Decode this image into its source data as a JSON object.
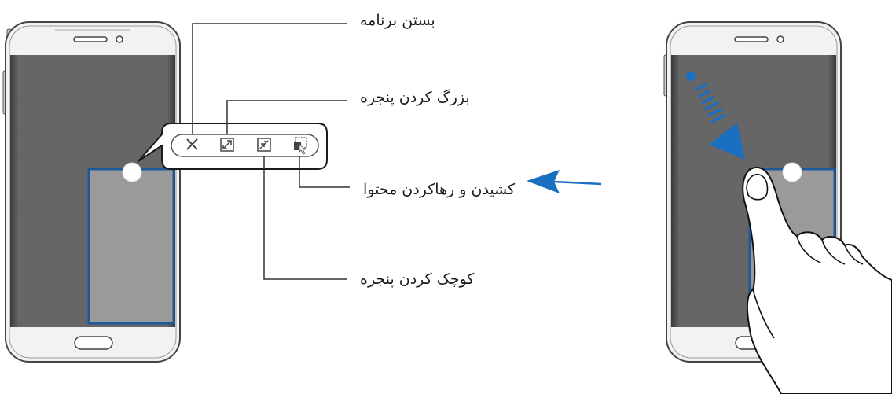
{
  "labels": {
    "close_app": "بستن برنامه",
    "maximize_window": "بزرگ کردن پنجره",
    "drag_drop_content": "کشیدن و رهاکردن محتوا",
    "minimize_window": "کوچک کردن پنجره"
  },
  "colors": {
    "screen_dark": "#666666",
    "screen_edge": "#3a3a3a",
    "window_fill": "#9a9a9a",
    "window_border": "#1c5a9a",
    "accent_blue": "#1a6fc0",
    "phone_body": "#f2f2f2",
    "line": "#333333"
  },
  "icons": [
    "close-icon",
    "maximize-icon",
    "minimize-icon",
    "drag-drop-icon"
  ]
}
